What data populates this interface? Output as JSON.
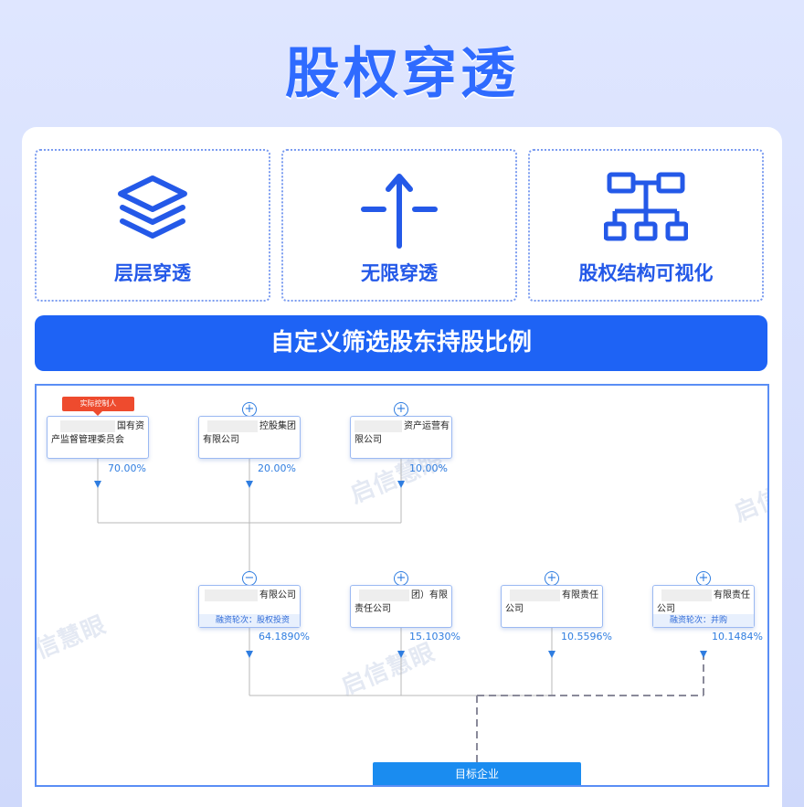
{
  "header": {
    "title": "股权穿透"
  },
  "features": [
    {
      "icon": "layers-icon",
      "label": "层层穿透"
    },
    {
      "icon": "arrow-up-icon",
      "label": "无限穿透"
    },
    {
      "icon": "org-chart-icon",
      "label": "股权结构可视化"
    }
  ],
  "filter_bar": {
    "label": "自定义筛选股东持股比例"
  },
  "tree": {
    "controller_tag": "实际控制人",
    "watermark": "启信慧眼",
    "level1": [
      {
        "line1": "国有资",
        "line2": "产监督管理委员会",
        "percent": "70.00%"
      },
      {
        "line1": "控股集团",
        "line2": "有限公司",
        "percent": "20.00%"
      },
      {
        "line1": "资产运营有",
        "line2": "限公司",
        "percent": "10.00%"
      }
    ],
    "level2": [
      {
        "line1": "有限公司",
        "line2": "",
        "tag": "融资轮次：股权投资",
        "percent": "64.1890%"
      },
      {
        "line1": "团）有限",
        "line2": "责任公司",
        "tag": "",
        "percent": "15.1030%"
      },
      {
        "line1": "有限责任",
        "line2": "公司",
        "tag": "",
        "percent": "10.5596%"
      },
      {
        "line1": "有限责任",
        "line2": "公司",
        "tag": "融资轮次：并购",
        "percent": "10.1484%"
      }
    ],
    "target": "目标企业",
    "expand_symbol": "+",
    "collapse_symbol": "−"
  },
  "colors": {
    "primary": "#1e63f5",
    "accent": "#2f7de0",
    "tag_red": "#ee4b2e"
  }
}
